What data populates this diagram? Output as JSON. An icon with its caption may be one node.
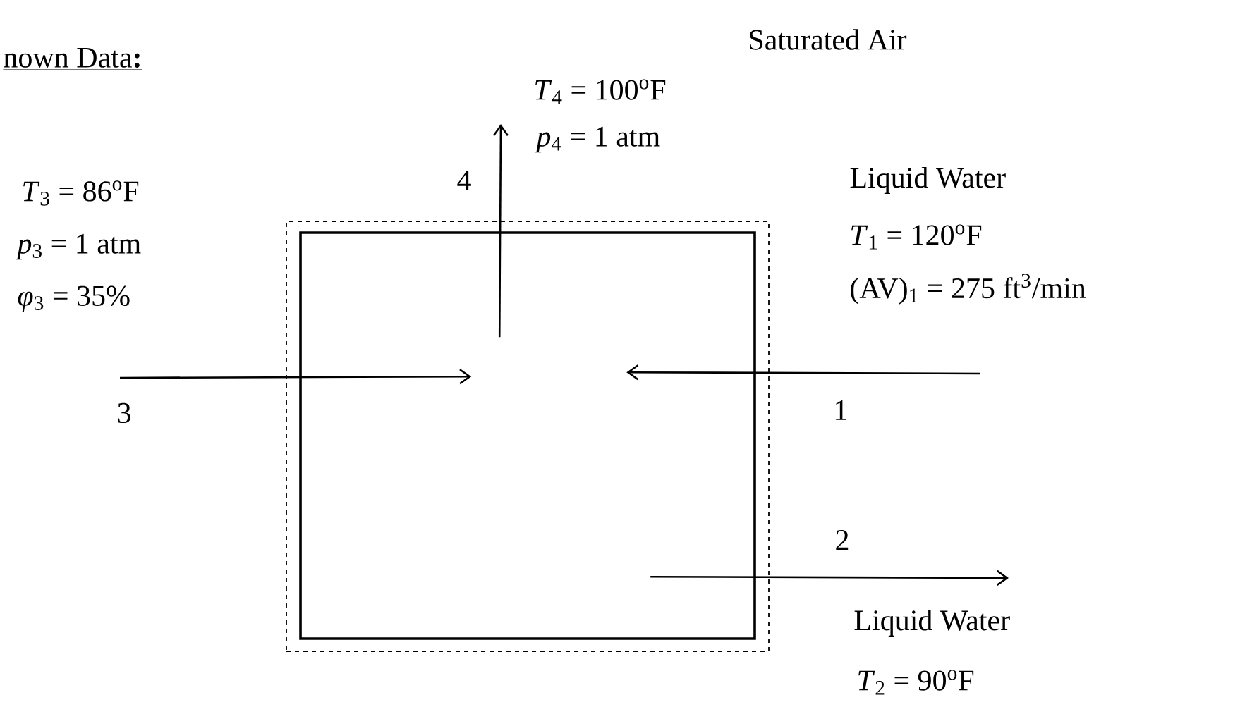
{
  "diagram": {
    "nodes": [
      {
        "text": [],
        "shape": "box"
      },
      {
        "text": [],
        "shape": "box",
        "in": 0
      }
    ],
    "edges": [
      {
        "from": null,
        "to": 1,
        "arrow": "to",
        "label": "3"
      },
      {
        "from": null,
        "to": 1,
        "arrow": "to",
        "label": "1"
      },
      {
        "from": 1,
        "to": null,
        "arrow": "to",
        "label": "4"
      },
      {
        "from": 1,
        "to": null,
        "arrow": "to",
        "label": "2"
      }
    ],
    "labels": [
      "nown Data**:**",
      "Saturated Air",
      "*T*$_{4}$ = 100$^{o}$F",
      "*p*$_{4}$ = 1 atm",
      "*T*$_{3}$ = 86$^{o}$F",
      "*p*$_{3}$ = 1 atm",
      "*φ*$_{3}$ = 35%",
      "Liquid Water",
      "*T*$_{1}$ = 120$^{o}$F",
      "(AV)$_{1}$ = 275 ft$^{3}$/min",
      "Liquid Water",
      "*T*$_{2}$ = 90$^{o}$F"
    ]
  }
}
